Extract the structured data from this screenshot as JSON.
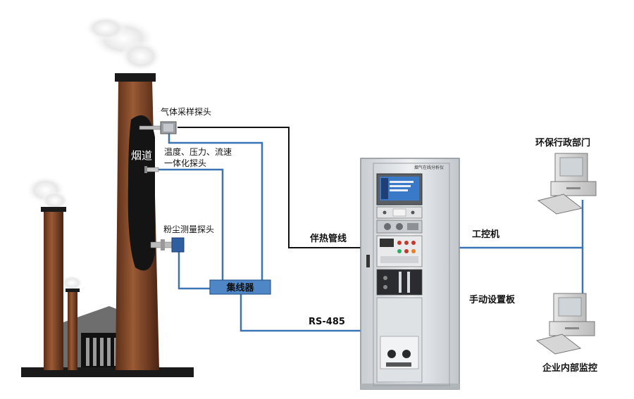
{
  "labels": {
    "flue": "烟道",
    "gas_probe": "气体采样探头",
    "tpf_line1": "温度、压力、流速",
    "tpf_line2": "一体化探头",
    "dust_probe": "粉尘测量探头",
    "hub": "集线器",
    "heat_trace": "伴热管线",
    "rs485": "RS-485",
    "ipc": "工控机",
    "manual_board": "手动设置板",
    "epa_dept": "环保行政部门",
    "internal_monitor": "企业内部监控",
    "cabinet_title": "烟气在线分析仪"
  },
  "colors": {
    "blue_line": "#3b74b4",
    "black_line": "#111111",
    "stack_brown": "#8a4a2a",
    "hub_blue": "#4f86c6",
    "cabinet_gray": "#d9dde0"
  }
}
